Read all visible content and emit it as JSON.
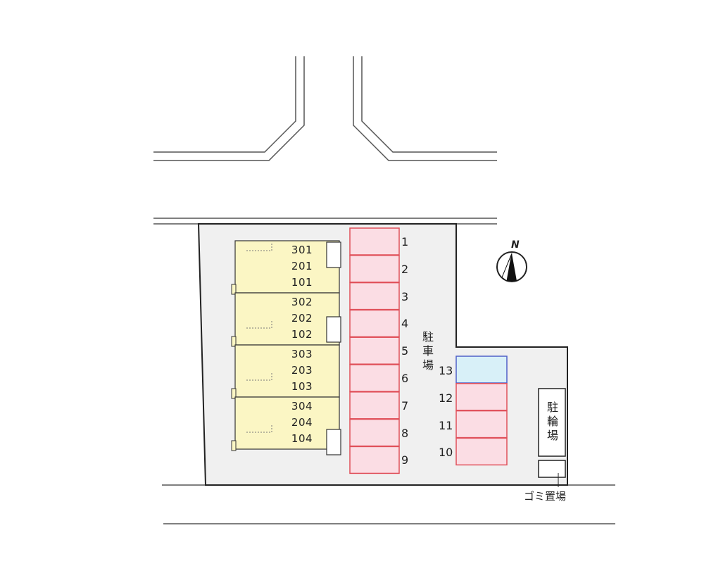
{
  "compass": {
    "north": "N"
  },
  "buildings": [
    {
      "units": [
        "301",
        "201",
        "101"
      ]
    },
    {
      "units": [
        "302",
        "202",
        "102"
      ]
    },
    {
      "units": [
        "303",
        "203",
        "103"
      ]
    },
    {
      "units": [
        "304",
        "204",
        "104"
      ]
    }
  ],
  "parking": {
    "label": "駐車場",
    "left_column": [
      "1",
      "2",
      "3",
      "4",
      "5",
      "6",
      "7",
      "8",
      "9"
    ],
    "right_column": [
      "13",
      "12",
      "11",
      "10"
    ]
  },
  "bike_parking": {
    "label": "駐輪場"
  },
  "garbage": {
    "label": "ゴミ置場"
  },
  "colors": {
    "lot_fill": "#f0f0f0",
    "building_fill": "#fbf6c4",
    "parking_fill": "#fbdde4",
    "parking_stroke": "#e0505a",
    "highlight_fill": "#d8f0f8",
    "highlight_stroke": "#5060c8"
  }
}
